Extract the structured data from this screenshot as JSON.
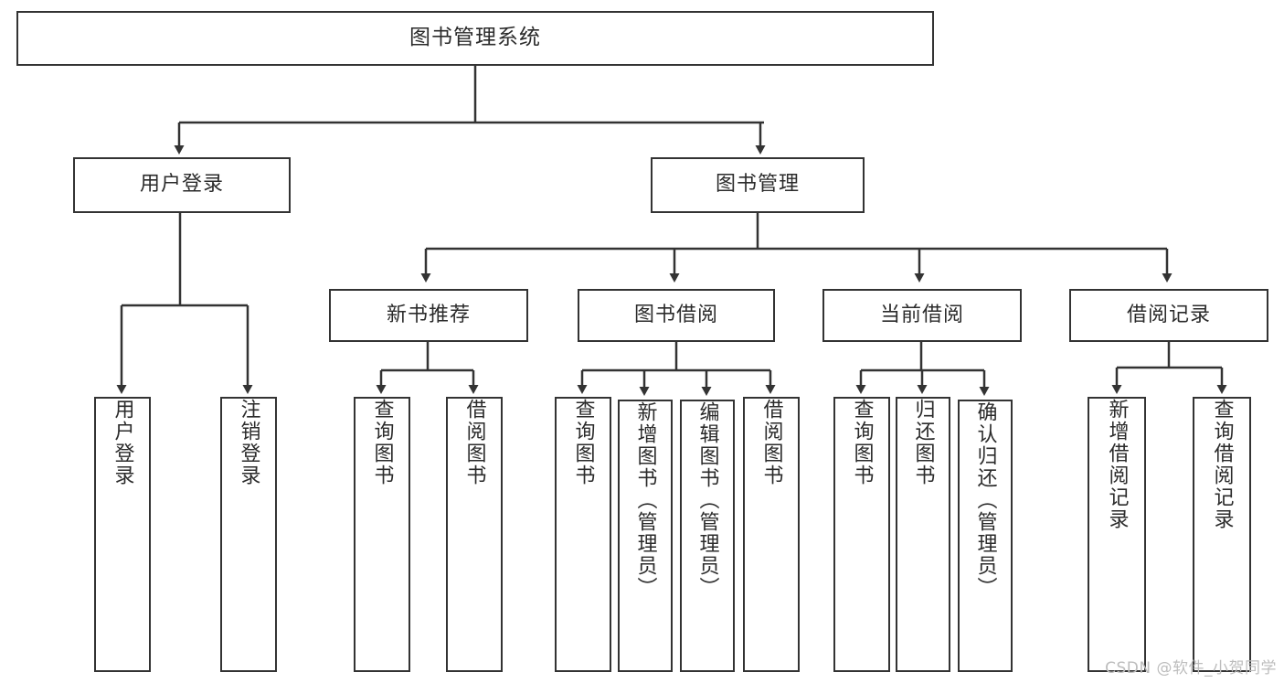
{
  "diagram": {
    "type": "tree-hierarchy",
    "title": "图书管理系统",
    "watermark": "CSDN @软件_小贺同学",
    "stroke_color": "#333333",
    "text_color": "#2b2b2b",
    "background_color": "#ffffff"
  },
  "nodes": {
    "root": {
      "label": "图书管理系统",
      "orientation": "horizontal",
      "level": 0
    },
    "level1": [
      {
        "id": "user-login",
        "label": "用户登录",
        "orientation": "horizontal",
        "level": 1
      },
      {
        "id": "book-manage",
        "label": "图书管理",
        "orientation": "horizontal",
        "level": 1
      }
    ],
    "level2": [
      {
        "id": "new-book-recommend",
        "label": "新书推荐",
        "orientation": "horizontal",
        "level": 2,
        "parent": "book-manage"
      },
      {
        "id": "book-borrow",
        "label": "图书借阅",
        "orientation": "horizontal",
        "level": 2,
        "parent": "book-manage"
      },
      {
        "id": "current-borrow",
        "label": "当前借阅",
        "orientation": "horizontal",
        "level": 2,
        "parent": "book-manage"
      },
      {
        "id": "borrow-record",
        "label": "借阅记录",
        "orientation": "horizontal",
        "level": 2,
        "parent": "book-manage"
      }
    ],
    "leaves": [
      {
        "id": "leaf-user-login",
        "label": "用户登录",
        "orientation": "vertical",
        "parent": "user-login"
      },
      {
        "id": "leaf-user-logout",
        "label": "注销登录",
        "orientation": "vertical",
        "parent": "user-login"
      },
      {
        "id": "leaf-query-book-1",
        "label": "查询图书",
        "orientation": "vertical",
        "parent": "new-book-recommend"
      },
      {
        "id": "leaf-borrow-book-1",
        "label": "借阅图书",
        "orientation": "vertical",
        "parent": "new-book-recommend"
      },
      {
        "id": "leaf-query-book-2",
        "label": "查询图书",
        "orientation": "vertical",
        "parent": "book-borrow"
      },
      {
        "id": "leaf-add-book",
        "label": "新增图书（管理员）",
        "orientation": "vertical",
        "parent": "book-borrow"
      },
      {
        "id": "leaf-edit-book",
        "label": "编辑图书（管理员）",
        "orientation": "vertical",
        "parent": "book-borrow"
      },
      {
        "id": "leaf-borrow-book-2",
        "label": "借阅图书",
        "orientation": "vertical",
        "parent": "book-borrow"
      },
      {
        "id": "leaf-query-book-3",
        "label": "查询图书",
        "orientation": "vertical",
        "parent": "current-borrow"
      },
      {
        "id": "leaf-return-book",
        "label": "归还图书",
        "orientation": "vertical",
        "parent": "current-borrow"
      },
      {
        "id": "leaf-confirm-return",
        "label": "确认归还（管理员）",
        "orientation": "vertical",
        "parent": "current-borrow"
      },
      {
        "id": "leaf-add-record",
        "label": "新增借阅记录",
        "orientation": "vertical",
        "parent": "borrow-record"
      },
      {
        "id": "leaf-query-record",
        "label": "查询借阅记录",
        "orientation": "vertical",
        "parent": "borrow-record"
      }
    ]
  }
}
